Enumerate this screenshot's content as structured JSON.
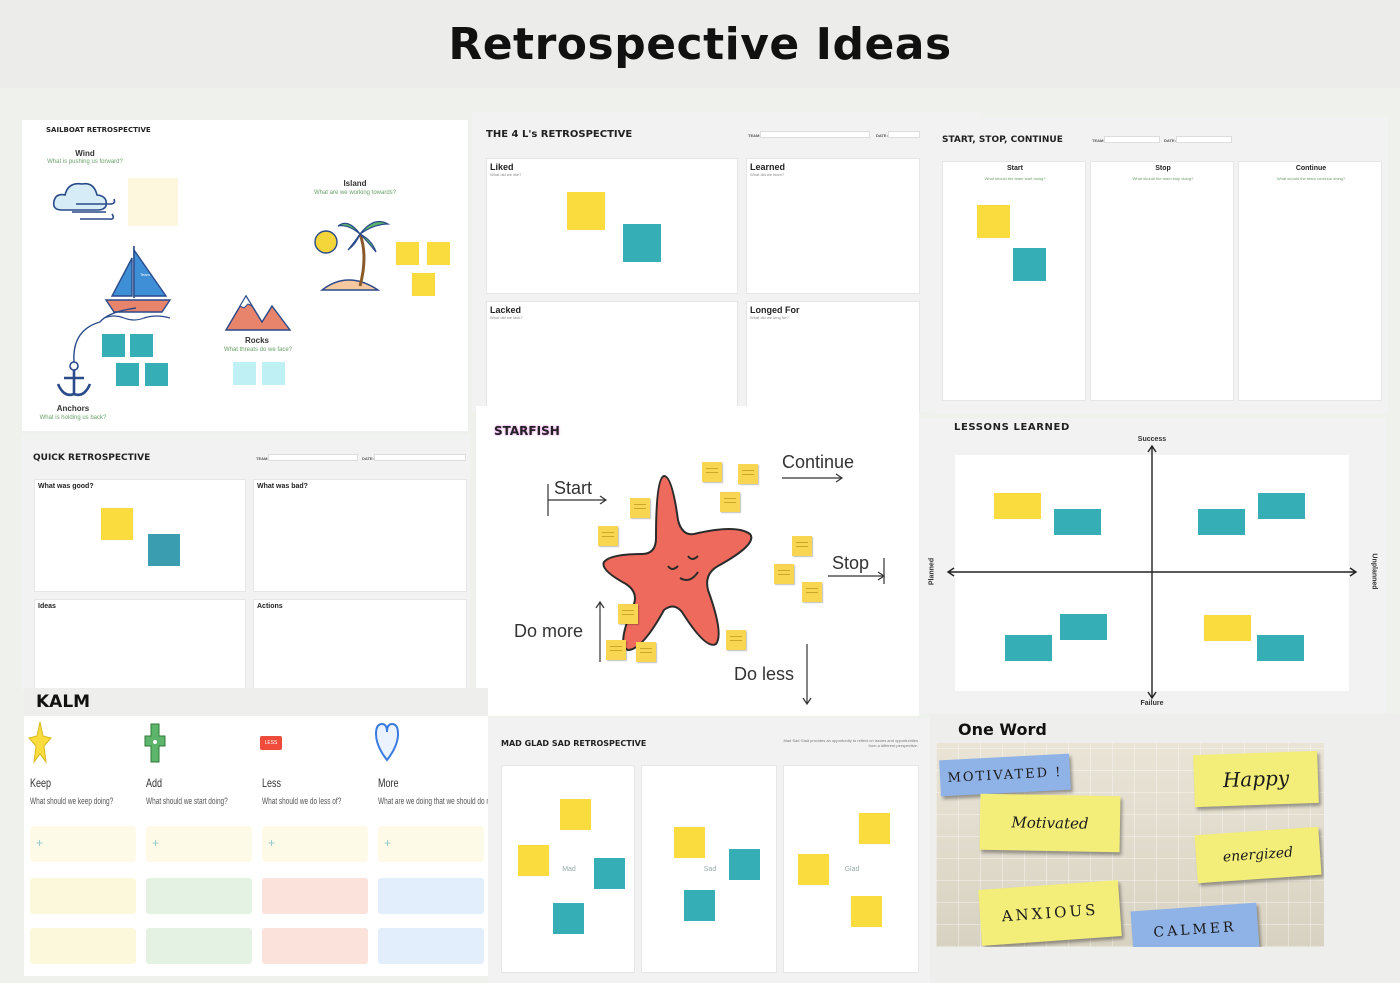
{
  "page": {
    "title": "Retrospective Ideas"
  },
  "sailboat": {
    "title": "SAILBOAT RETROSPECTIVE",
    "wind": {
      "label": "Wind",
      "sub": "What is pushing us forward?"
    },
    "island": {
      "label": "Island",
      "sub": "What are we working towards?"
    },
    "rocks": {
      "label": "Rocks",
      "sub": "What threats do we face?"
    },
    "anchors": {
      "label": "Anchors",
      "sub": "What is holding us back?"
    },
    "sail_text": "Team"
  },
  "four_ls": {
    "title": "THE 4 L's RETROSPECTIVE",
    "team_label": "TEAM:",
    "date_label": "DATE:",
    "liked": {
      "label": "Liked",
      "sub": "What did we like?"
    },
    "learned": {
      "label": "Learned",
      "sub": "What did we learn?"
    },
    "lacked": {
      "label": "Lacked",
      "sub": "What did we lack?"
    },
    "longed": {
      "label": "Longed For",
      "sub": "What did we long for?"
    }
  },
  "ssc": {
    "title": "START, STOP, CONTINUE",
    "team_label": "TEAM:",
    "date_label": "DATE:",
    "start": {
      "label": "Start",
      "sub": "What should the team start doing?"
    },
    "stop": {
      "label": "Stop",
      "sub": "What should the team stop doing?"
    },
    "continue": {
      "label": "Continue",
      "sub": "What should the team continue doing?"
    }
  },
  "quick": {
    "title": "QUICK RETROSPECTIVE",
    "team_label": "TEAM:",
    "date_label": "DATE:",
    "good": "What was good?",
    "bad": "What was bad?",
    "ideas": "Ideas",
    "actions": "Actions"
  },
  "starfish": {
    "title": "STARFISH",
    "start": "Start",
    "continue": "Continue",
    "stop": "Stop",
    "do_more": "Do more",
    "do_less": "Do less"
  },
  "lessons": {
    "title": "LESSONS LEARNED",
    "success": "Success",
    "failure": "Failure",
    "planned": "Planned",
    "unplanned": "Unplanned"
  },
  "kalm": {
    "title": "KALM",
    "badge": "LESS",
    "cols": [
      {
        "label": "Keep",
        "sub": "What should we keep doing?"
      },
      {
        "label": "Add",
        "sub": "What should we start doing?"
      },
      {
        "label": "Less",
        "sub": "What should we do less of?"
      },
      {
        "label": "More",
        "sub": "What are we doing that we should do more of?"
      }
    ],
    "plus": "+"
  },
  "mgs": {
    "title": "MAD GLAD SAD RETROSPECTIVE",
    "desc": "Mad Sad Glad provides an opportunity to reflect on issues and opportunities from a different perspective.",
    "mad": "Mad",
    "sad": "Sad",
    "glad": "Glad"
  },
  "one_word": {
    "title": "One Word",
    "notes": [
      "MOTIVATED !",
      "Motivated",
      "Happy",
      "energized",
      "ANXIOUS",
      "CALMER"
    ]
  },
  "colors": {
    "yellow": "#fbdc3e",
    "teal": "#35afb5",
    "starfish": "#ee6a5c"
  }
}
